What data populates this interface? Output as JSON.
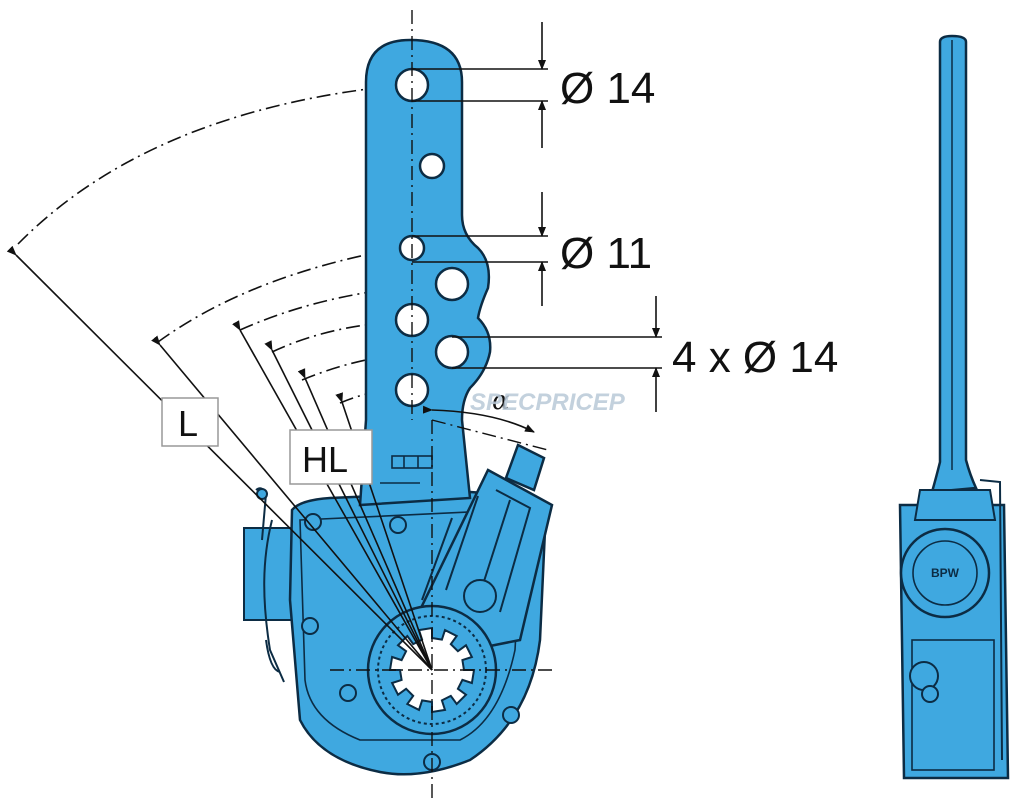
{
  "diagram": {
    "dimensions": {
      "top_hole": "Ø 14",
      "mid_hole": "Ø 11",
      "hole_group": "4 x Ø 14"
    },
    "labels": {
      "lever_length": "L",
      "hole_lever_length": "HL",
      "angle": "α"
    },
    "watermark": "SPECPRICEP",
    "logo_text": "BPW",
    "colors": {
      "body": "#3fa8e0",
      "body_dark": "#1f6f9e",
      "outline": "#0c2c44",
      "line": "#111111"
    }
  }
}
